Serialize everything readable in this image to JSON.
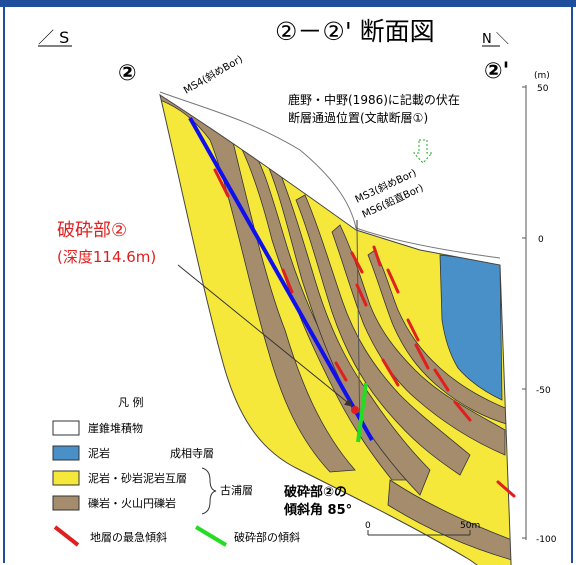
{
  "title": "②－②' 断面図",
  "direction_left": "／ S",
  "direction_right": "N ＼",
  "section_start_label": "②",
  "section_end_label": "②'",
  "boreholes": {
    "ms4": "MS4(斜めBor)",
    "ms3": "MS3(斜めBor)",
    "ms6": "MS6(鉛直Bor)"
  },
  "fault_note": {
    "line1": "鹿野・中野(1986)に記載の伏在",
    "line2": "断層通過位置(文献断層①)"
  },
  "crush_zone_label": {
    "line1": "破砕部②",
    "line2": "(深度114.6m)"
  },
  "dip_note": {
    "line1": "破砕部②の",
    "line2": "傾斜角 85°"
  },
  "elevation_axis": {
    "unit": "(m)",
    "ticks": [
      "50",
      "0",
      "-50",
      "-100"
    ]
  },
  "scale_bar": {
    "start": "0",
    "end": "50m"
  },
  "legend": {
    "title": "凡 例",
    "items": [
      {
        "label": "崖錐堆積物",
        "color": "#ffffff"
      },
      {
        "label": "泥岩",
        "color": "#4a90c8"
      },
      {
        "label": "泥岩・砂岩泥岩互層",
        "color": "#f5e83a"
      },
      {
        "label": "礫岩・火山円礫岩",
        "color": "#a58c6c"
      }
    ],
    "group_a": "成相寺層",
    "group_b": "古浦層",
    "line_items": [
      {
        "label": "地層の最急傾斜",
        "color": "#e02020"
      },
      {
        "label": "破砕部の傾斜",
        "color": "#22dd22"
      }
    ]
  }
}
